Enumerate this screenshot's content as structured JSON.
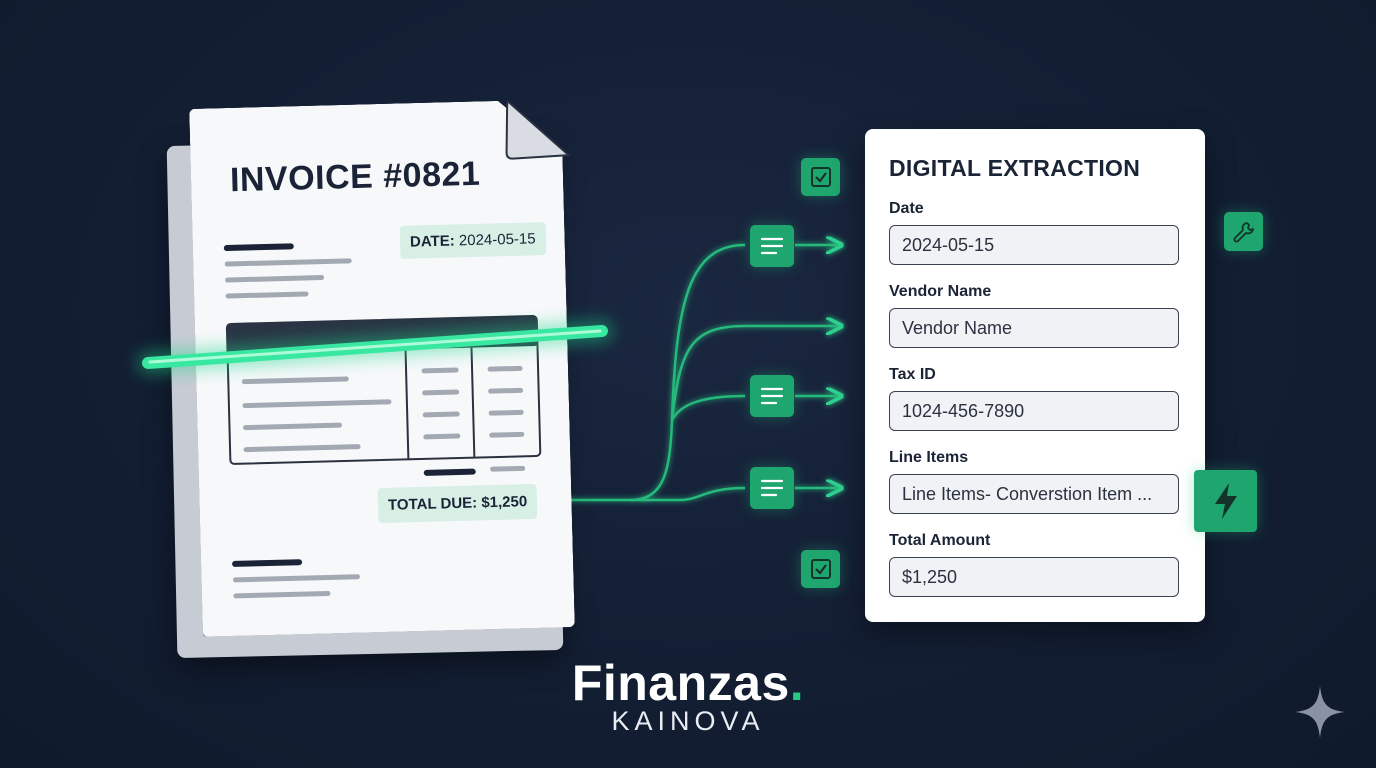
{
  "invoice": {
    "title": "INVOICE #0821",
    "date_label": "DATE:",
    "date_value": "2024-05-15",
    "total_label": "TOTAL DUE: $1,250"
  },
  "extraction": {
    "title": "DIGITAL EXTRACTION",
    "fields": [
      {
        "label": "Date",
        "value": "2024-05-15"
      },
      {
        "label": "Vendor Name",
        "value": "Vendor Name"
      },
      {
        "label": "Tax ID",
        "value": "1024-456-7890"
      },
      {
        "label": "Line Items",
        "value": "Line Items- Converstion Item ..."
      },
      {
        "label": "Total Amount",
        "value": "$1,250"
      }
    ]
  },
  "icons": {
    "check": "check-square-icon",
    "document": "document-lines-icon",
    "wrench": "wrench-icon",
    "lightning": "lightning-icon",
    "sparkle": "sparkle-icon"
  },
  "brand": {
    "name": "Finanzas",
    "dot": ".",
    "tagline": "KAINOVA"
  },
  "colors": {
    "background": "#131e33",
    "accent": "#1fa56e",
    "glow": "#2fe39a",
    "ink": "#1b2436"
  }
}
